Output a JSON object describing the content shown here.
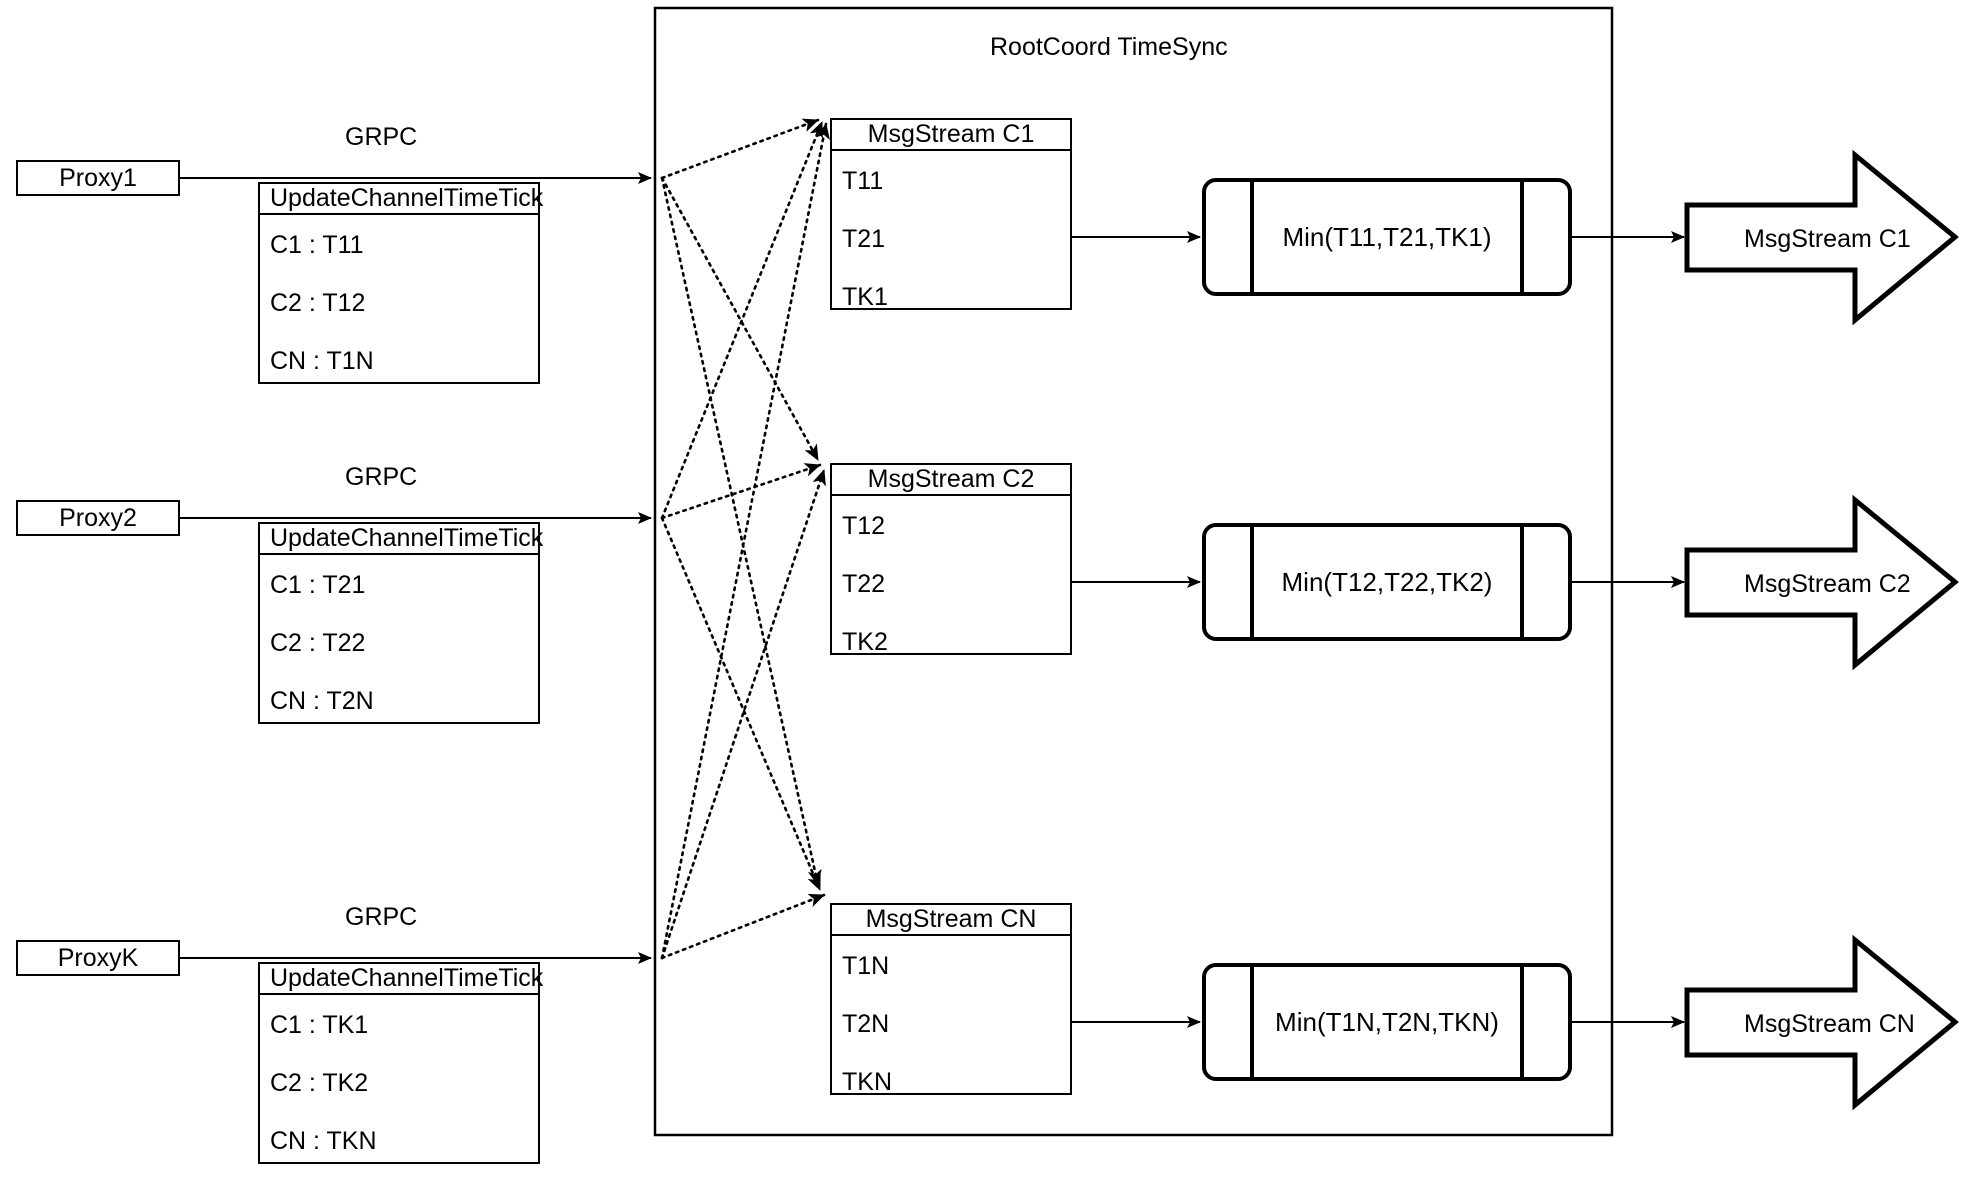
{
  "diagram": {
    "container": {
      "title": "RootCoord TimeSync"
    },
    "edge_labels": {
      "grpc": "GRPC"
    },
    "proxies": [
      {
        "name": "Proxy1",
        "rpc_title": "UpdateChannelTimeTick",
        "entries": [
          "C1 :  T11",
          "C2 :  T12",
          "CN : T1N"
        ]
      },
      {
        "name": "Proxy2",
        "rpc_title": "UpdateChannelTimeTick",
        "entries": [
          "C1 :  T21",
          "C2 :  T22",
          "CN : T2N"
        ]
      },
      {
        "name": "ProxyK",
        "rpc_title": "UpdateChannelTimeTick",
        "entries": [
          "C1 :  TK1",
          "C2 :  TK2",
          "CN : TKN"
        ]
      }
    ],
    "channels": [
      {
        "stream_title": "MsgStream C1",
        "ticks": [
          "T11",
          "T21",
          "TK1"
        ],
        "min_label": "Min(T11,T21,TK1)",
        "output_label": "MsgStream C1"
      },
      {
        "stream_title": "MsgStream C2",
        "ticks": [
          "T12",
          "T22",
          "TK2"
        ],
        "min_label": "Min(T12,T22,TK2)",
        "output_label": "MsgStream C2"
      },
      {
        "stream_title": "MsgStream CN",
        "ticks": [
          "T1N",
          "T2N",
          "TKN"
        ],
        "min_label": "Min(T1N,T2N,TKN)",
        "output_label": "MsgStream CN"
      }
    ]
  }
}
